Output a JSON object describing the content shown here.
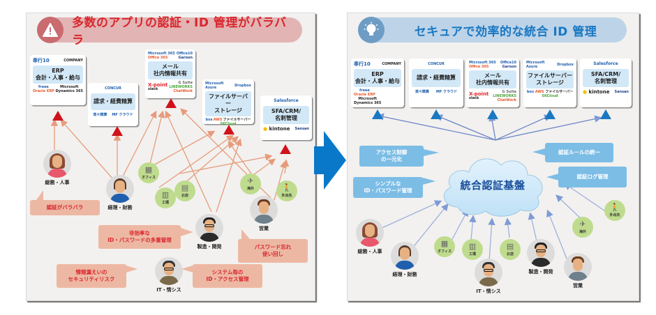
{
  "left_panel": {
    "title": "多数のアプリの認証・ID 管理がバラバラ",
    "banner_icon": "warning-icon",
    "accent_color": "#d9262d",
    "apps": [
      {
        "id": "erp",
        "logos_top": [
          "奉行10",
          "COMPANY"
        ],
        "main": [
          "ERP",
          "会計・人事・給与"
        ],
        "logos_bottom": [
          "freee",
          "Microsoft",
          "Oracle ERP",
          "Dynamics 365"
        ]
      },
      {
        "id": "expense",
        "logos_top": [
          "CONCUR"
        ],
        "main": [
          "請求・経費精算"
        ],
        "logos_bottom": [
          "楽々精算",
          "MF クラウド"
        ]
      },
      {
        "id": "mail",
        "logos_top": [
          "Microsoft 365",
          "Office 365",
          "Office10",
          "Garoon"
        ],
        "main": [
          "メール",
          "社内情報共有"
        ],
        "logos_bottom": [
          "X-point",
          "slack",
          "G Suite",
          "LINEWORKS",
          "ChatWork"
        ]
      },
      {
        "id": "file",
        "logos_top": [
          "Microsoft Azure",
          "Dropbox"
        ],
        "main": [
          "ファイルサーバー",
          "ストレージ"
        ],
        "logos_bottom": [
          "box",
          "AWS",
          "ファイルサーバー",
          "SKCloud"
        ]
      },
      {
        "id": "sfa",
        "logos_top": [
          "Salesforce"
        ],
        "main": [
          "SFA/CRM/",
          "名刺管理"
        ],
        "logos_bottom": [
          "kintone",
          "Sansan"
        ]
      }
    ],
    "people": [
      {
        "id": "general-affairs",
        "label": "総務・人事"
      },
      {
        "id": "accounting",
        "label": "経理・財務"
      },
      {
        "id": "manufacturing",
        "label": "製造・開発"
      },
      {
        "id": "sales",
        "label": "営業"
      },
      {
        "id": "it",
        "label": "IT・情シス"
      }
    ],
    "places": [
      {
        "id": "office",
        "label": "オフィス",
        "icon": "building-icon"
      },
      {
        "id": "factory",
        "label": "工場",
        "icon": "factory-icon"
      },
      {
        "id": "shop",
        "label": "お店",
        "icon": "shop-icon"
      },
      {
        "id": "overseas",
        "label": "海外",
        "icon": "airplane-icon"
      },
      {
        "id": "outside",
        "label": "外出先",
        "icon": "walking-person-icon"
      }
    ],
    "callouts": [
      {
        "id": "auth-scattered",
        "lines": [
          "認証がバラバラ"
        ]
      },
      {
        "id": "inefficient",
        "lines": [
          "非効率な",
          "ID・パスワードの多重管理"
        ]
      },
      {
        "id": "password-forget",
        "lines": [
          "パスワード忘れ",
          "使い回し"
        ]
      },
      {
        "id": "security-risk",
        "lines": [
          "情報漏えいの",
          "セキュリティリスク"
        ]
      },
      {
        "id": "per-system",
        "lines": [
          "システム毎の",
          "ID・アクセス管理"
        ]
      }
    ]
  },
  "right_panel": {
    "title": "セキュアで効率的な統合 ID 管理",
    "banner_icon": "lightbulb-icon",
    "accent_color": "#1a78c2",
    "hub_label": "統合認証基盤",
    "callouts": [
      {
        "id": "access-control",
        "lines": [
          "アクセス制御",
          "の一元化"
        ]
      },
      {
        "id": "simple-password",
        "lines": [
          "シンプルな",
          "ID・パスワード管理"
        ]
      },
      {
        "id": "auth-rules",
        "lines": [
          "認証ルールの統一"
        ]
      },
      {
        "id": "auth-log",
        "lines": [
          "認証ログ管理"
        ]
      }
    ]
  },
  "arrow": {
    "icon": "right-arrow-icon",
    "color": "#0a78c8"
  }
}
